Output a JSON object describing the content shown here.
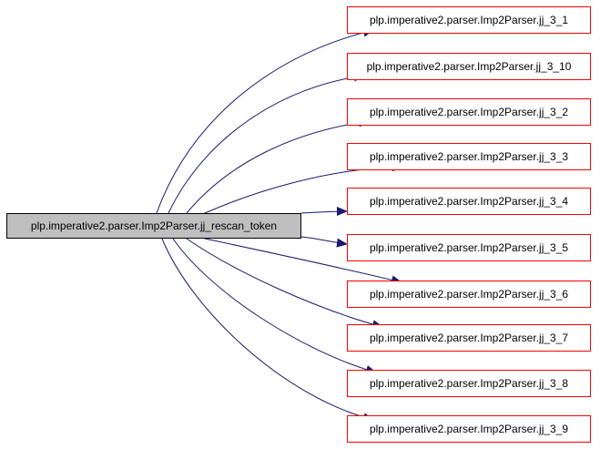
{
  "graph": {
    "source": "plp.imperative2.parser.Imp2Parser.jj_rescan_token",
    "targets": [
      "plp.imperative2.parser.Imp2Parser.jj_3_1",
      "plp.imperative2.parser.Imp2Parser.jj_3_10",
      "plp.imperative2.parser.Imp2Parser.jj_3_2",
      "plp.imperative2.parser.Imp2Parser.jj_3_3",
      "plp.imperative2.parser.Imp2Parser.jj_3_4",
      "plp.imperative2.parser.Imp2Parser.jj_3_5",
      "plp.imperative2.parser.Imp2Parser.jj_3_6",
      "plp.imperative2.parser.Imp2Parser.jj_3_7",
      "plp.imperative2.parser.Imp2Parser.jj_3_8",
      "plp.imperative2.parser.Imp2Parser.jj_3_9"
    ],
    "colors": {
      "edge": "#191970",
      "source_fill": "#bfbfbf",
      "source_border": "#000000",
      "target_border": "#ff0000"
    }
  }
}
